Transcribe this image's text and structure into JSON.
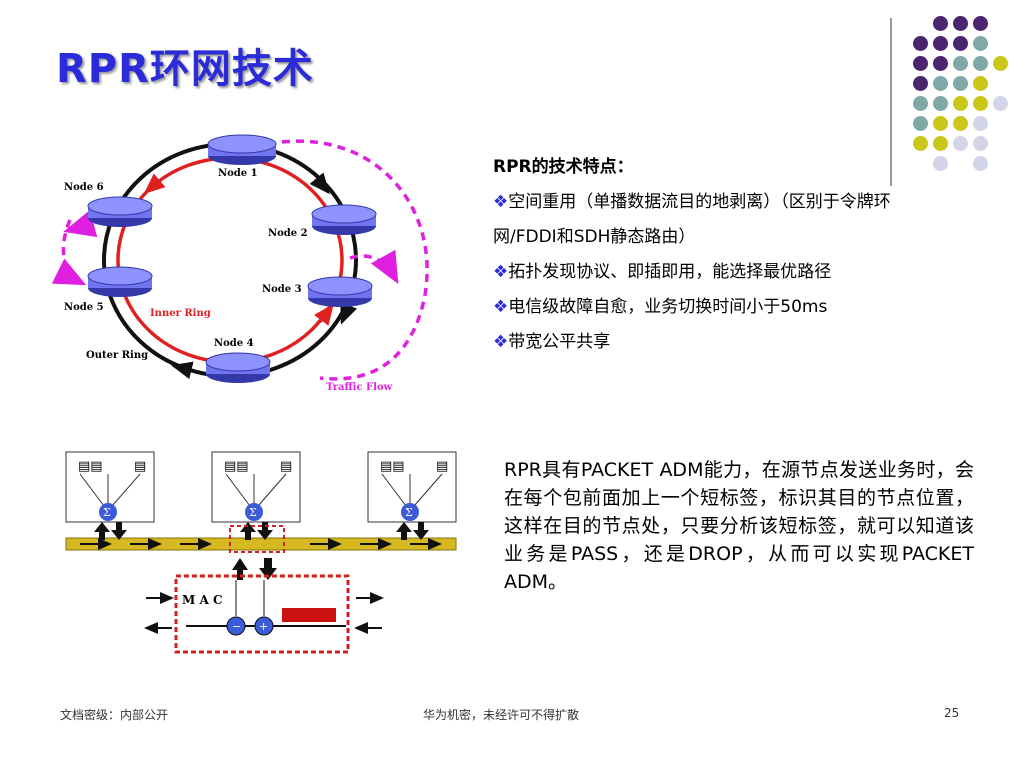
{
  "slide": {
    "title": "RPR环网技术",
    "page_number": "25"
  },
  "ring_diagram": {
    "nodes": [
      "Node 1",
      "Node 2",
      "Node 3",
      "Node 4",
      "Node 5",
      "Node 6"
    ],
    "inner_ring_label": "Inner Ring",
    "outer_ring_label": "Outer Ring",
    "traffic_flow_label": "Traffic Flow"
  },
  "features": {
    "heading": "RPR的技术特点：",
    "items": [
      "空间重用（单播数据流目的地剥离）（区别于令牌环网/FDDI和SDH静态路由）",
      "拓扑发现协议、即插即用，能选择最优路径",
      "电信级故障自愈，业务切换时间小于50ms",
      "带宽公平共享"
    ],
    "bullet": "❖"
  },
  "bus_diagram": {
    "sum_symbol": "Σ",
    "mac_label": "M A C"
  },
  "description": "RPR具有PACKET ADM能力，在源节点发送业务时，会在每个包前面加上一个短标签，标识其目的节点位置，这样在目的节点处，只要分析该短标签，就可以知道该业务是PASS，还是DROP，从而可以实现PACKET ADM。",
  "footer": {
    "left": "文档密级：内部公开",
    "center": "华为机密，未经许可不得扩散"
  },
  "colors": {
    "title": "#2b2bd9",
    "node_fill": "#6f74f0",
    "inner_ring": "#e02020",
    "traffic_flow": "#e020e0",
    "bus": "#d6b820",
    "mac_box": "#cc2222",
    "dot_purple": "#4b2570",
    "dot_teal": "#7fa8a8",
    "dot_yellow": "#c9c81a",
    "dot_lavender": "#d4d4e8"
  }
}
